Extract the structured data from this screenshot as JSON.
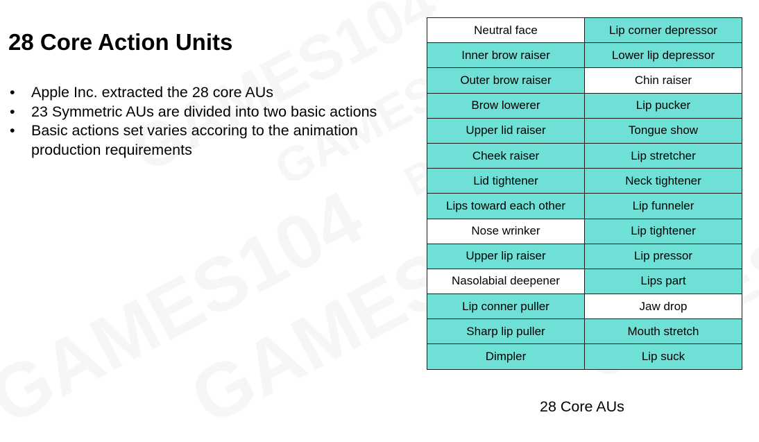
{
  "title": "28 Core Action Units",
  "bullets": [
    "Apple Inc. extracted the 28 core AUs",
    "23 Symmetric AUs are divided into two basic actions",
    "Basic actions set varies accoring to the animation production requirements"
  ],
  "bullet_symbol": "•",
  "colors": {
    "teal_cell": "#6ee0d6",
    "white_cell": "#ffffff",
    "border": "#1a1a1a"
  },
  "table": {
    "rows": [
      [
        {
          "text": "Neutral face",
          "color": "#ffffff"
        },
        {
          "text": "Lip corner depressor",
          "color": "#6ee0d6"
        }
      ],
      [
        {
          "text": "Inner brow raiser",
          "color": "#6ee0d6"
        },
        {
          "text": "Lower lip depressor",
          "color": "#6ee0d6"
        }
      ],
      [
        {
          "text": "Outer brow raiser",
          "color": "#6ee0d6"
        },
        {
          "text": "Chin raiser",
          "color": "#ffffff"
        }
      ],
      [
        {
          "text": "Brow lowerer",
          "color": "#6ee0d6"
        },
        {
          "text": "Lip pucker",
          "color": "#6ee0d6"
        }
      ],
      [
        {
          "text": "Upper lid raiser",
          "color": "#6ee0d6"
        },
        {
          "text": "Tongue show",
          "color": "#6ee0d6"
        }
      ],
      [
        {
          "text": "Cheek raiser",
          "color": "#6ee0d6"
        },
        {
          "text": "Lip stretcher",
          "color": "#6ee0d6"
        }
      ],
      [
        {
          "text": "Lid tightener",
          "color": "#6ee0d6"
        },
        {
          "text": "Neck tightener",
          "color": "#6ee0d6"
        }
      ],
      [
        {
          "text": "Lips toward each other",
          "color": "#6ee0d6"
        },
        {
          "text": "Lip funneler",
          "color": "#6ee0d6"
        }
      ],
      [
        {
          "text": "Nose wrinker",
          "color": "#ffffff"
        },
        {
          "text": "Lip tightener",
          "color": "#6ee0d6"
        }
      ],
      [
        {
          "text": "Upper lip raiser",
          "color": "#6ee0d6"
        },
        {
          "text": "Lip pressor",
          "color": "#6ee0d6"
        }
      ],
      [
        {
          "text": "Nasolabial deepener",
          "color": "#ffffff"
        },
        {
          "text": "Lips part",
          "color": "#6ee0d6"
        }
      ],
      [
        {
          "text": "Lip conner puller",
          "color": "#6ee0d6"
        },
        {
          "text": "Jaw drop",
          "color": "#ffffff"
        }
      ],
      [
        {
          "text": "Sharp lip puller",
          "color": "#6ee0d6"
        },
        {
          "text": "Mouth stretch",
          "color": "#6ee0d6"
        }
      ],
      [
        {
          "text": "Dimpler",
          "color": "#6ee0d6"
        },
        {
          "text": "Lip suck",
          "color": "#6ee0d6"
        }
      ]
    ]
  },
  "caption": "28 Core AUs",
  "watermark": {
    "games": "GAMES104",
    "booming": "BOOMING TECH"
  }
}
